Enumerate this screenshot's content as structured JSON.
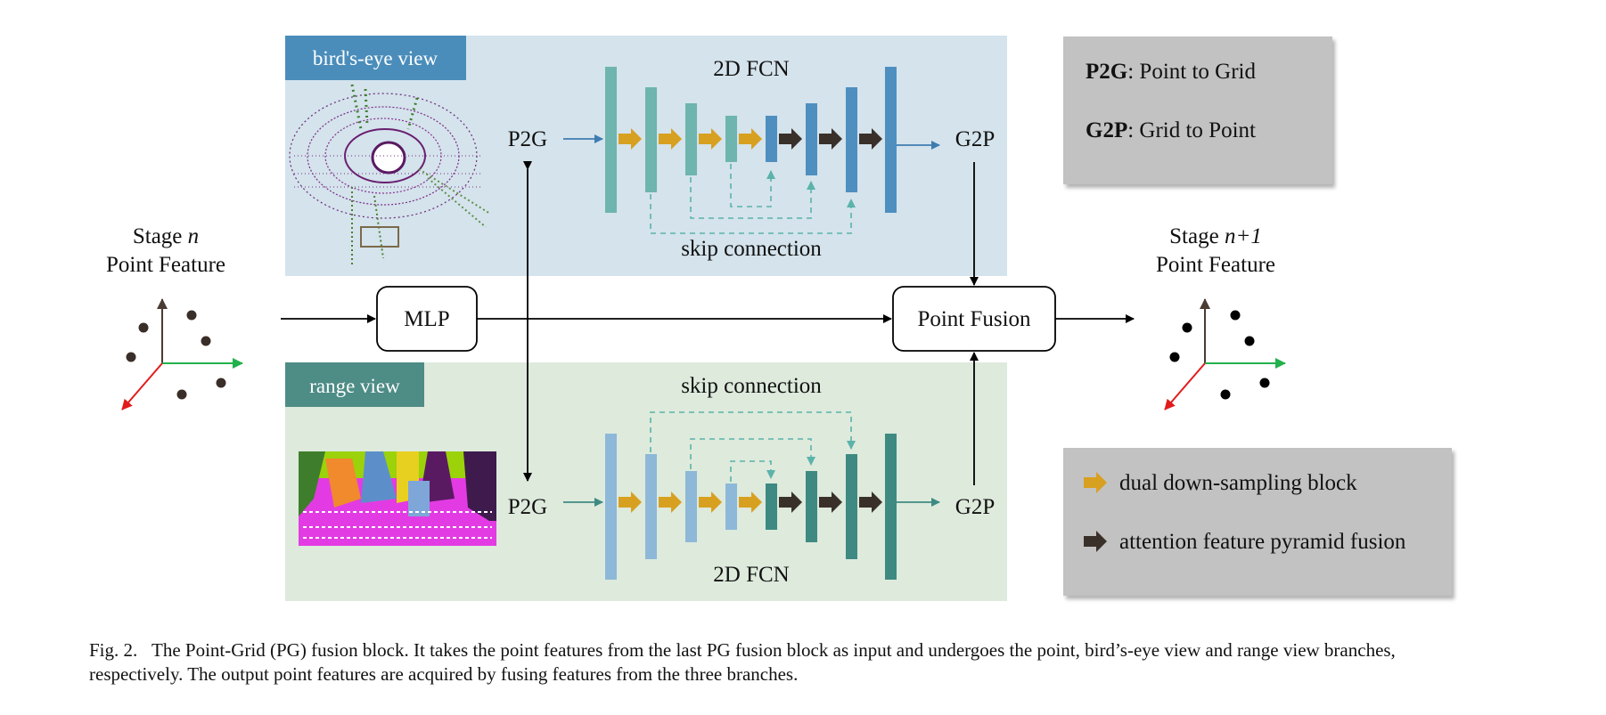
{
  "figure": {
    "left_input": {
      "line1_prefix": "Stage ",
      "line1_var": "n",
      "line2": "Point Feature"
    },
    "right_output": {
      "line1_prefix": "Stage ",
      "line1_var": "n+1",
      "line2": "Point Feature"
    },
    "mlp_label": "MLP",
    "point_fusion_label": "Point Fusion",
    "bev": {
      "tag": "bird's-eye view",
      "fcn_label": "2D FCN",
      "skip_label": "skip connection",
      "p2g": "P2G",
      "g2p": "G2P"
    },
    "range": {
      "tag": "range view",
      "fcn_label": "2D FCN",
      "skip_label": "skip connection",
      "p2g": "P2G",
      "g2p": "G2P"
    },
    "abbrev_legend": [
      {
        "abbr": "P2G",
        "text": ": Point to Grid"
      },
      {
        "abbr": "G2P",
        "text": ": Grid to Point"
      }
    ],
    "arrow_legend": [
      {
        "text": "dual down-sampling block",
        "color": "#D8A020"
      },
      {
        "text": "attention feature pyramid fusion",
        "color": "#3A302A"
      }
    ],
    "colors": {
      "bev_bg": "#D4E3EC",
      "range_bg": "#DDEADC",
      "bev_tag": "#4A8DBB",
      "range_tag": "#4E8C86",
      "legend_bg": "#C2C2C2",
      "teal_light": "#6DB5AE",
      "blue_mid": "#4F8FC0",
      "blue_light": "#8DB8D8",
      "teal_dark": "#3E8A82"
    }
  },
  "caption": {
    "label": "Fig. 2.",
    "text": "The Point-Grid (PG) fusion block. It takes the point features from the last PG fusion block as input and undergoes the point, bird’s-eye view and range view branches, respectively. The output point features are acquired by fusing features from the three branches."
  }
}
